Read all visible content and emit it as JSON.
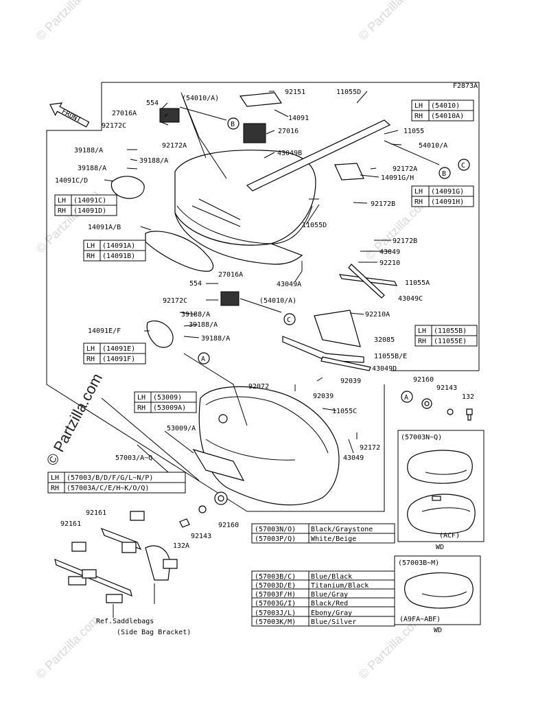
{
  "figure_code": "F2873A",
  "front_label": "FRONT",
  "watermark": "© Partzilla.com",
  "small_watermark": "© Partzilla.com",
  "callouts": {
    "p554a": "554",
    "p27016a": "27016A",
    "p92172c_a": "92172C",
    "p54010a_paren": "(54010/A)",
    "p92151": "92151",
    "p14091": "14091",
    "p27016": "27016",
    "p43049b": "43049B",
    "p11055d_top": "11055D",
    "p11055": "11055",
    "p54010a": "54010/A",
    "p92172a_top": "92172A",
    "p92172a_r": "92172A",
    "p14091gh": "14091G/H",
    "p92172b_r": "92172B",
    "p39188a_1": "39188/A",
    "p39188a_2": "39188/A",
    "p39188a_3": "39188/A",
    "p14091cd": "14091C/D",
    "p11055d_mid": "11055D",
    "p14091ab": "14091A/B",
    "p92172b_mid": "92172B",
    "p43049_mid": "43049",
    "p92210": "92210",
    "p11055a": "11055A",
    "p43049c": "43049C",
    "p43049a": "43049A",
    "p554b": "554",
    "p27016a_b": "27016A",
    "p92172c_b": "92172C",
    "p54010a_paren2": "(54010/A)",
    "p39188a_4": "39188/A",
    "p39188a_5": "39188/A",
    "p39188a_6": "39188/A",
    "p14091ef": "14091E/F",
    "p92210a": "92210A",
    "p32085": "32085",
    "p11055be": "11055B/E",
    "p43049d": "43049D",
    "p92072": "92072",
    "p92039a": "92039",
    "p92039b": "92039",
    "p11055c": "11055C",
    "p53009a": "53009/A",
    "p57003aq": "57003/A~Q",
    "p92172_low": "92172",
    "p43049_low": "43049",
    "p92160_r": "92160",
    "p92143_r": "92143",
    "p132": "132",
    "p92161a": "92161",
    "p92161b": "92161",
    "p92143_l": "92143",
    "p92160_l": "92160",
    "p132a": "132A",
    "ref_saddlebags": "Ref.Saddlebags",
    "side_bag_bracket": "(Side Bag Bracket)"
  },
  "circle_markers": {
    "b": "B",
    "c": "C",
    "a": "A"
  },
  "lr_tables": [
    {
      "id": "t54010",
      "rows": [
        {
          "side": "LH",
          "part": "(54010)"
        },
        {
          "side": "RH",
          "part": "(54010A)"
        }
      ]
    },
    {
      "id": "t14091g",
      "rows": [
        {
          "side": "LH",
          "part": "(14091G)"
        },
        {
          "side": "RH",
          "part": "(14091H)"
        }
      ]
    },
    {
      "id": "t14091c",
      "rows": [
        {
          "side": "LH",
          "part": "(14091C)"
        },
        {
          "side": "RH",
          "part": "(14091D)"
        }
      ]
    },
    {
      "id": "t14091a",
      "rows": [
        {
          "side": "LH",
          "part": "(14091A)"
        },
        {
          "side": "RH",
          "part": "(14091B)"
        }
      ]
    },
    {
      "id": "t14091e",
      "rows": [
        {
          "side": "LH",
          "part": "(14091E)"
        },
        {
          "side": "RH",
          "part": "(14091F)"
        }
      ]
    },
    {
      "id": "t11055b",
      "rows": [
        {
          "side": "LH",
          "part": "(11055B)"
        },
        {
          "side": "RH",
          "part": "(11055E)"
        }
      ]
    },
    {
      "id": "t53009",
      "rows": [
        {
          "side": "LH",
          "part": "(53009)"
        },
        {
          "side": "RH",
          "part": "(53009A)"
        }
      ]
    },
    {
      "id": "t57003",
      "rows": [
        {
          "side": "LH",
          "part": "(57003/B/D/F/G/L~N/P)"
        },
        {
          "side": "RH",
          "part": "(57003A/C/E/H~K/O/Q)"
        }
      ]
    }
  ],
  "color_table_1": [
    {
      "code": "(57003N/O)",
      "color": "Black/Graystone"
    },
    {
      "code": "(57003P/Q)",
      "color": "White/Beige"
    }
  ],
  "color_table_2": [
    {
      "code": "(57003B/C)",
      "color": "Blue/Black"
    },
    {
      "code": "(57003D/E)",
      "color": "Titanium/Black"
    },
    {
      "code": "(57003F/H)",
      "color": "Blue/Gray"
    },
    {
      "code": "(57003G/I)",
      "color": "Black/Red"
    },
    {
      "code": "(57003J/L)",
      "color": "Ebony/Gray"
    },
    {
      "code": "(57003K/M)",
      "color": "Blue/Silver"
    }
  ],
  "inset_1": {
    "title": "(57003N~Q)",
    "tag": "(ACF)",
    "footer": "WD"
  },
  "inset_2": {
    "title": "(57003B~M)",
    "tag": "(A9FA~ABF)",
    "footer": "WD"
  }
}
